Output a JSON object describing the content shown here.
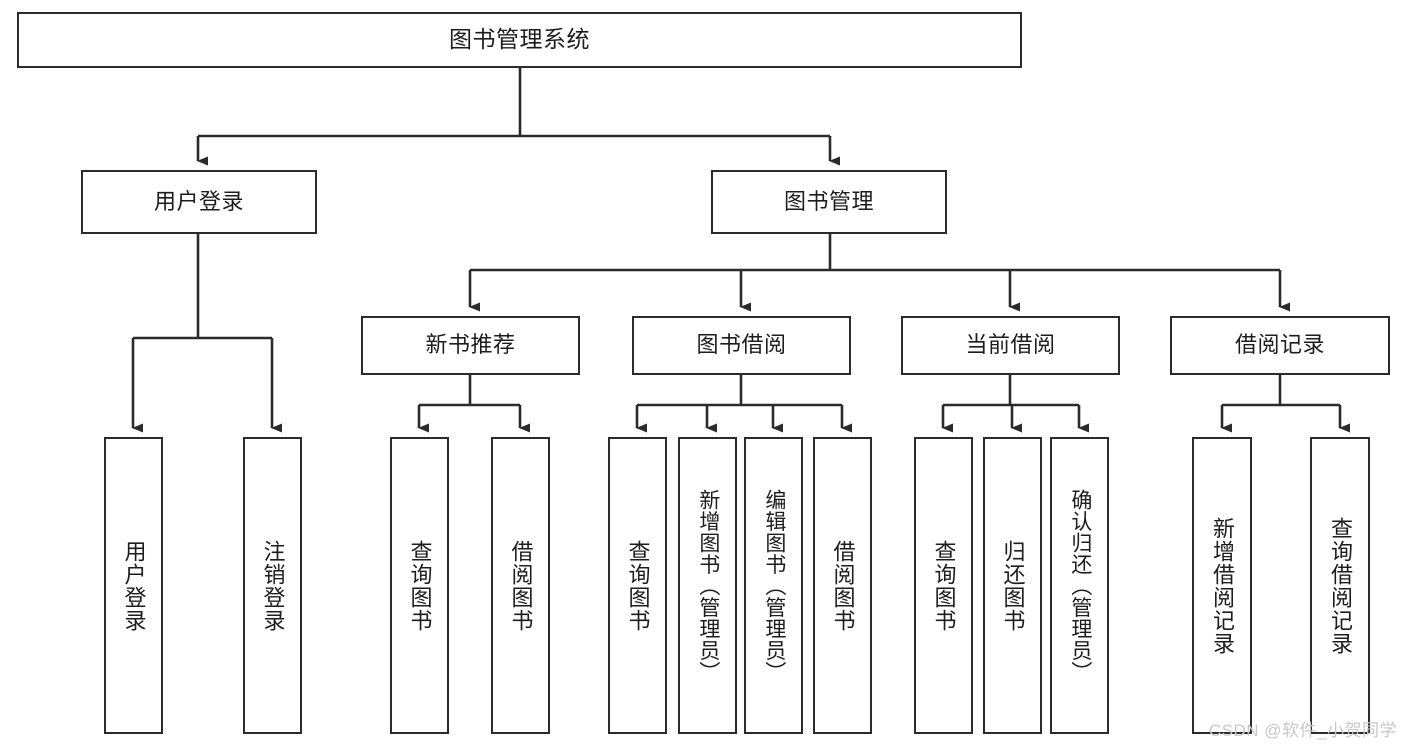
{
  "diagram": {
    "title": "图书管理系统",
    "watermark": "CSDN @软件_小贺同学",
    "colors": {
      "stroke": "#2b2b2b",
      "background": "#ffffff",
      "text": "#1d1d1d",
      "watermark": "#c8c8c8"
    },
    "levels": {
      "root": {
        "label": "图书管理系统"
      },
      "level2": [
        {
          "label": "用户登录"
        },
        {
          "label": "图书管理"
        }
      ],
      "level3": [
        {
          "label": "新书推荐"
        },
        {
          "label": "图书借阅"
        },
        {
          "label": "当前借阅"
        },
        {
          "label": "借阅记录"
        }
      ],
      "leaves": [
        {
          "label": "用户登录",
          "parent": "用户登录"
        },
        {
          "label": "注销登录",
          "parent": "用户登录"
        },
        {
          "label": "查询图书",
          "parent": "新书推荐"
        },
        {
          "label": "借阅图书",
          "parent": "新书推荐"
        },
        {
          "label": "查询图书",
          "parent": "图书借阅"
        },
        {
          "label": "新增图书（管理员）",
          "parent": "图书借阅"
        },
        {
          "label": "编辑图书（管理员）",
          "parent": "图书借阅"
        },
        {
          "label": "借阅图书",
          "parent": "图书借阅"
        },
        {
          "label": "查询图书",
          "parent": "当前借阅"
        },
        {
          "label": "归还图书",
          "parent": "当前借阅"
        },
        {
          "label": "确认归还（管理员）",
          "parent": "当前借阅"
        },
        {
          "label": "新增借阅记录",
          "parent": "借阅记录"
        },
        {
          "label": "查询借阅记录",
          "parent": "借阅记录"
        }
      ]
    }
  }
}
